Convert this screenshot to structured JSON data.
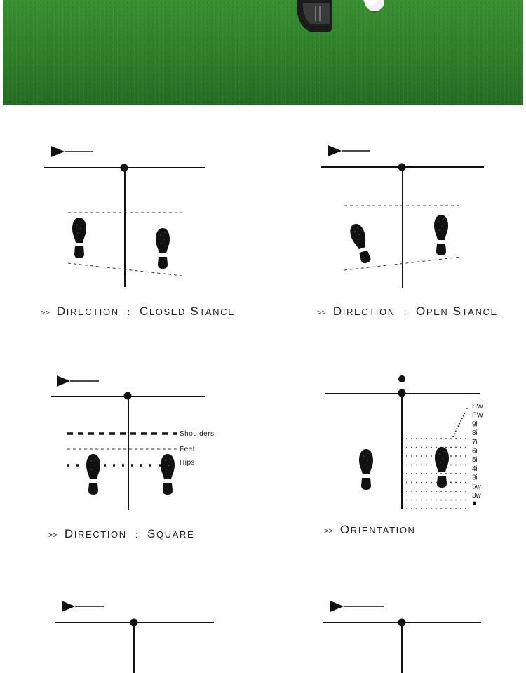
{
  "colors": {
    "turf": "#2f7d2c",
    "ink": "#1a1a1a",
    "background": "#ffffff"
  },
  "banner": {
    "objects": [
      "putter-head",
      "golf-ball"
    ]
  },
  "panels": [
    {
      "id": "closed",
      "prefix": ">>",
      "word1": "Direction",
      "sep": ":",
      "word2": "Closed Stance"
    },
    {
      "id": "open",
      "prefix": ">>",
      "word1": "Direction",
      "sep": ":",
      "word2": "Open Stance"
    },
    {
      "id": "square",
      "prefix": ">>",
      "word1": "Direction",
      "sep": ":",
      "word2": "Square",
      "labels": {
        "shoulders": "Shoulders",
        "feet": "Feet",
        "hips": "Hips"
      }
    },
    {
      "id": "orientation",
      "prefix": ">>",
      "word1": "Orientation",
      "clubs": [
        "SW",
        "PW",
        "9i",
        "8i",
        "7i",
        "6i",
        "5i",
        "4i",
        "3i",
        "5w",
        "3w"
      ]
    }
  ]
}
